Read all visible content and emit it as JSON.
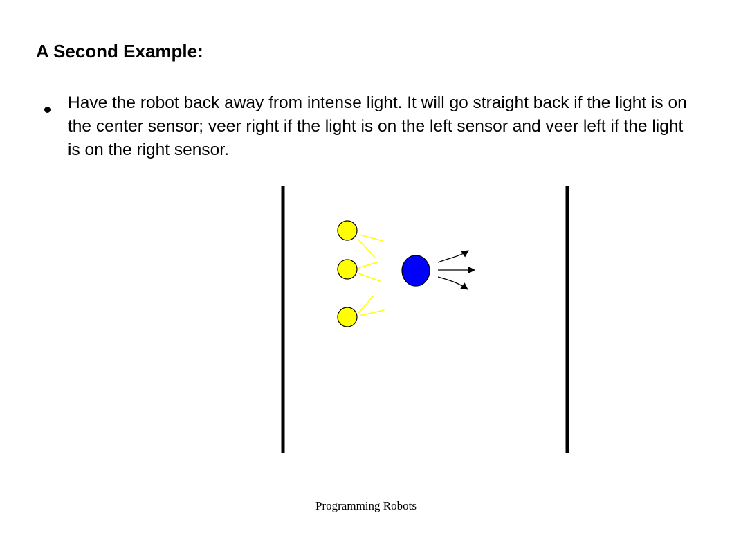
{
  "slide": {
    "title": "A Second Example:",
    "bullets": [
      {
        "text": "Have the robot back away from intense light. It will go straight back if the light is on the center sensor; veer right if the light is on the left sensor and veer left if the light is on the right sensor."
      }
    ],
    "footer": "Programming Robots"
  },
  "diagram": {
    "colors": {
      "wall": "#000000",
      "light_fill": "#ffff00",
      "light_ray": "#ffff00",
      "robot_fill": "#0000ff",
      "arrow": "#000000"
    }
  }
}
